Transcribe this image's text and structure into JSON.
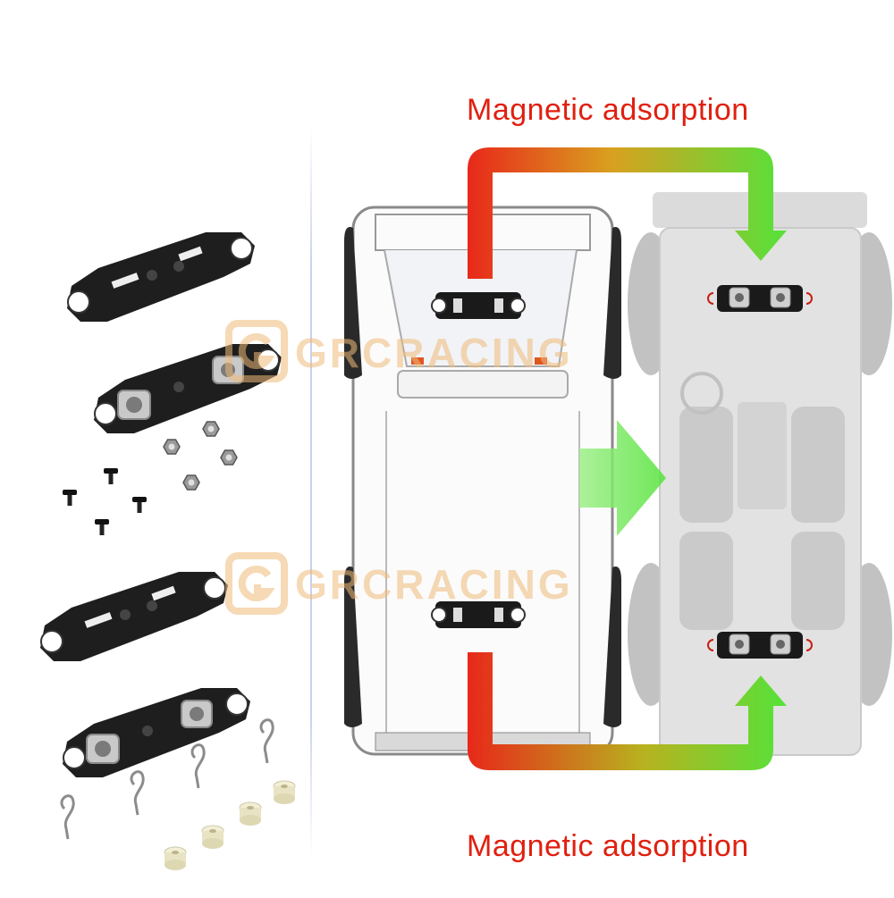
{
  "captions": {
    "top": "Magnetic adsorption",
    "bottom": "Magnetic adsorption"
  },
  "watermark": {
    "text": "GRCRACING"
  },
  "colors": {
    "caption": "#e02010",
    "arrow_red": "#e8281a",
    "arrow_green": "#55e23a",
    "watermark": "#eeba78"
  }
}
